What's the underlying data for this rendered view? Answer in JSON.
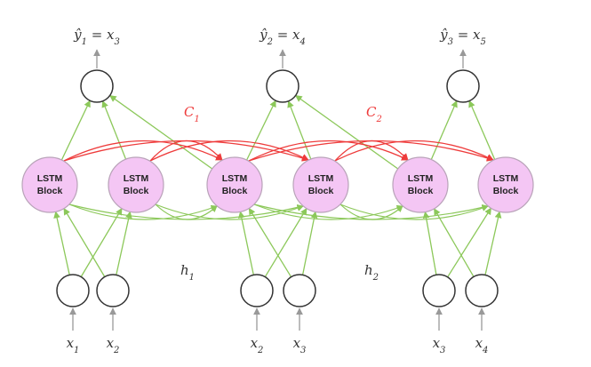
{
  "diagram": {
    "colors": {
      "green_edge": "#8cc85a",
      "red_edge": "#ee3b3b",
      "gray_arrow": "#999999",
      "lstm_fill": "#f4c6f4",
      "lstm_stroke": "#b9a3b9",
      "node_stroke": "#333333"
    },
    "outputs": [
      {
        "yhat": "ŷ",
        "sub": "1",
        "eq": " = x",
        "xsub": "3"
      },
      {
        "yhat": "ŷ",
        "sub": "2",
        "eq": " = x",
        "xsub": "4"
      },
      {
        "yhat": "ŷ",
        "sub": "3",
        "eq": " = x",
        "xsub": "5"
      }
    ],
    "lstm_blocks": [
      {
        "line1": "LSTM",
        "line2": "Block"
      },
      {
        "line1": "LSTM",
        "line2": "Block"
      },
      {
        "line1": "LSTM",
        "line2": "Block"
      },
      {
        "line1": "LSTM",
        "line2": "Block"
      },
      {
        "line1": "LSTM",
        "line2": "Block"
      },
      {
        "line1": "LSTM",
        "line2": "Block"
      }
    ],
    "cell_labels": [
      {
        "main": "C",
        "sub": "1"
      },
      {
        "main": "C",
        "sub": "2"
      }
    ],
    "hidden_labels": [
      {
        "main": "h",
        "sub": "1"
      },
      {
        "main": "h",
        "sub": "2"
      }
    ],
    "inputs": [
      {
        "main": "x",
        "sub": "1"
      },
      {
        "main": "x",
        "sub": "2"
      },
      {
        "main": "x",
        "sub": "2"
      },
      {
        "main": "x",
        "sub": "3"
      },
      {
        "main": "x",
        "sub": "3"
      },
      {
        "main": "x",
        "sub": "4"
      }
    ]
  }
}
